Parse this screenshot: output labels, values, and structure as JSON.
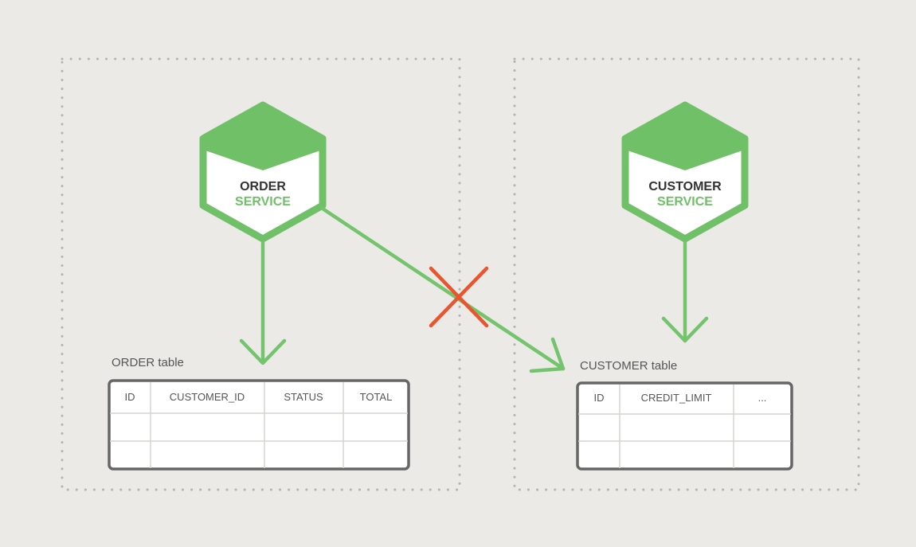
{
  "colors": {
    "background": "#eceae7",
    "accent_green": "#73c46c",
    "hex_fill": "#6fc067",
    "blocked_red": "#e8552f",
    "table_border": "#666666",
    "boundary_dots": "#b5b3b0"
  },
  "services": {
    "order": {
      "line1": "ORDER",
      "line2": "SERVICE"
    },
    "customer": {
      "line1": "CUSTOMER",
      "line2": "SERVICE"
    }
  },
  "tables": {
    "order": {
      "title": "ORDER table",
      "columns": [
        "ID",
        "CUSTOMER_ID",
        "STATUS",
        "TOTAL"
      ]
    },
    "customer": {
      "title": "CUSTOMER table",
      "columns": [
        "ID",
        "CREDIT_LIMIT",
        "..."
      ]
    }
  },
  "connections": [
    {
      "from": "order-service",
      "to": "order-table",
      "status": "allowed"
    },
    {
      "from": "order-service",
      "to": "customer-table",
      "status": "blocked",
      "marker": "cross-icon"
    },
    {
      "from": "customer-service",
      "to": "customer-table",
      "status": "allowed"
    }
  ]
}
